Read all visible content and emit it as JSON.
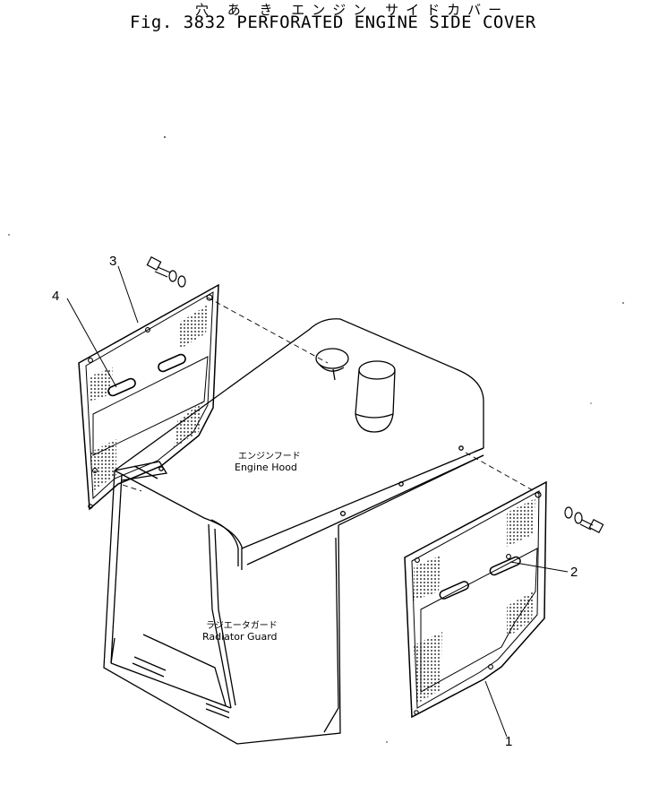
{
  "title": {
    "japanese": "穴 あ き エンジン サイドカバー",
    "english": "Fig. 3832 PERFORATED ENGINE SIDE COVER"
  },
  "labels": {
    "engine_hood_jp": "エンジンフード",
    "engine_hood_en": "Engine Hood",
    "radiator_guard_jp": "ラジエータガード",
    "radiator_guard_en": "Radiator Guard"
  },
  "callouts": {
    "part_1": "1",
    "part_2": "2",
    "part_3": "3",
    "part_4": "4"
  },
  "colors": {
    "ink": "#000000",
    "paper": "#ffffff"
  }
}
